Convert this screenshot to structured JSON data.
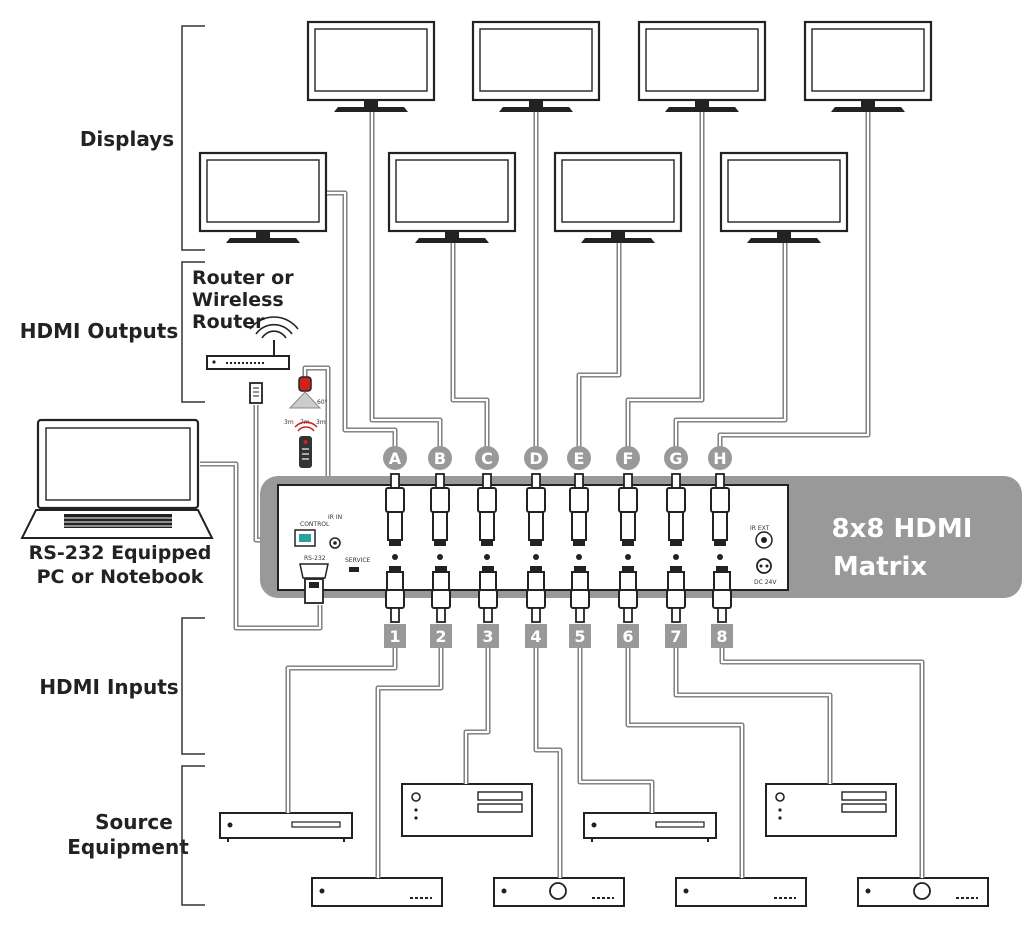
{
  "sections": {
    "displays": "Displays",
    "hdmi_outputs": "HDMI Outputs",
    "hdmi_inputs": "HDMI Inputs",
    "source_equipment": [
      "Source",
      "Equipment"
    ]
  },
  "router_label": [
    "Router or",
    "Wireless",
    "Router"
  ],
  "pc_label": [
    "RS-232 Equipped",
    "PC or Notebook"
  ],
  "matrix_title": [
    "8x8 HDMI",
    "Matrix"
  ],
  "outputs": [
    "A",
    "B",
    "C",
    "D",
    "E",
    "F",
    "G",
    "H"
  ],
  "inputs": [
    "1",
    "2",
    "3",
    "4",
    "5",
    "6",
    "7",
    "8"
  ],
  "panel_labels": {
    "control": "CONTROL",
    "ir_in": "IR IN",
    "rs232": "RS-232",
    "service": "SERVICE",
    "ir_ext": "IR EXT",
    "dc": "DC 24V"
  },
  "ir_sensor": {
    "angle": "60°",
    "distance_left": "3m",
    "distance_center": "7m",
    "distance_right": "3m"
  },
  "colors": {
    "chassis": "#999999",
    "badge": "#999999",
    "cable": "#777777",
    "ir_red": "#cc2222"
  }
}
